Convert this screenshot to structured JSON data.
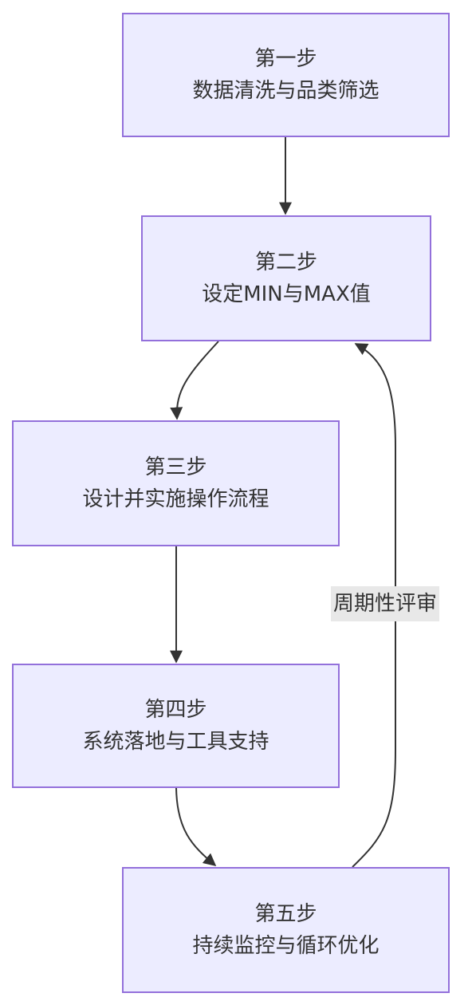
{
  "nodes": [
    {
      "id": "step1",
      "title": "第一步",
      "text": "数据清洗与品类筛选"
    },
    {
      "id": "step2",
      "title": "第二步",
      "text": "设定MIN与MAX值"
    },
    {
      "id": "step3",
      "title": "第三步",
      "text": "设计并实施操作流程"
    },
    {
      "id": "step4",
      "title": "第四步",
      "text": "系统落地与工具支持"
    },
    {
      "id": "step5",
      "title": "第五步",
      "text": "持续监控与循环优化"
    }
  ],
  "edges": [
    {
      "from": "step1",
      "to": "step2",
      "label": ""
    },
    {
      "from": "step2",
      "to": "step3",
      "label": ""
    },
    {
      "from": "step3",
      "to": "step4",
      "label": ""
    },
    {
      "from": "step4",
      "to": "step5",
      "label": ""
    },
    {
      "from": "step5",
      "to": "step2",
      "label": "周期性评审"
    }
  ],
  "colors": {
    "node_fill": "#ececff",
    "node_border": "#9370db",
    "text": "#333333",
    "edge": "#333333",
    "edge_label_bg": "#e8e8e8"
  }
}
